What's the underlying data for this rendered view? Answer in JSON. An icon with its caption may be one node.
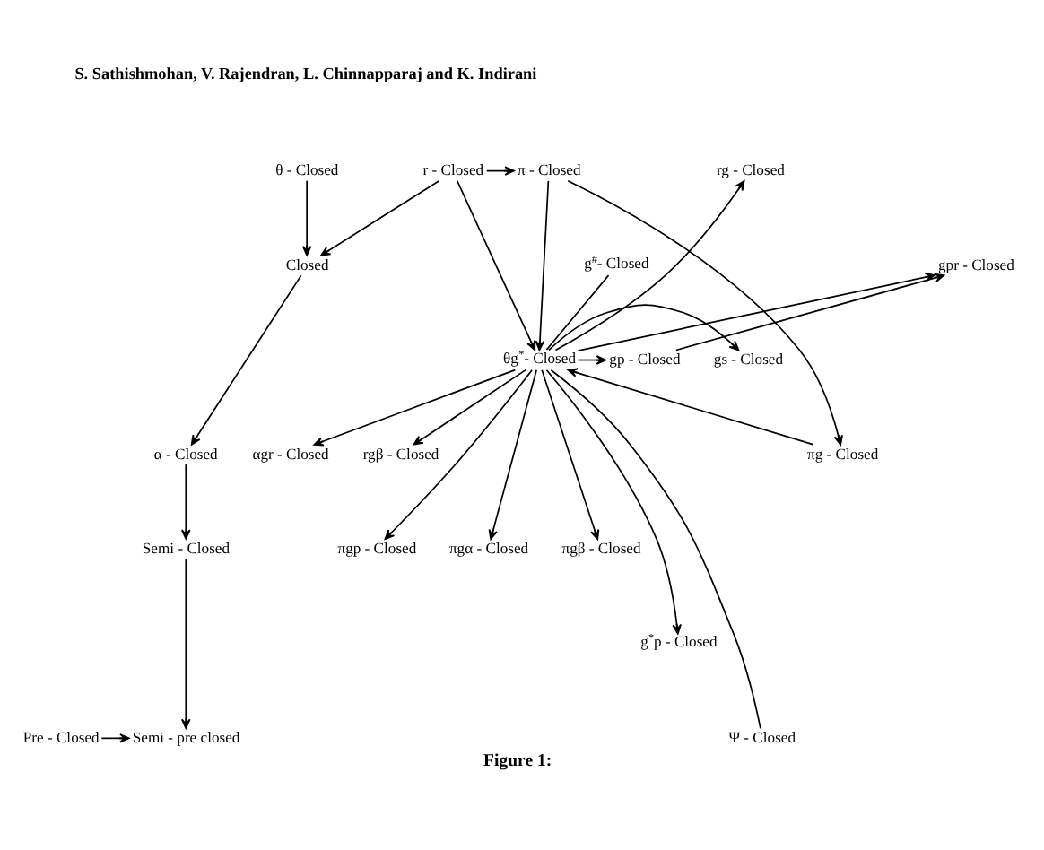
{
  "diagram": {
    "caption": "Figure 1:",
    "nodes": [
      {
        "text": [
          "θ - Closed"
        ]
      },
      {
        "text": [
          "r - Closed"
        ]
      },
      {
        "text": [
          "π - Closed"
        ]
      },
      {
        "text": [
          "rg - Closed"
        ]
      },
      {
        "text": [
          "g$^{#}$- Closed"
        ]
      },
      {
        "text": [
          "Closed"
        ]
      },
      {
        "text": [
          "gpr - Closed"
        ]
      },
      {
        "text": [
          "θg$^{*}$- Closed"
        ]
      },
      {
        "text": [
          "gs - Closed"
        ]
      },
      {
        "text": [
          "gp - Closed"
        ]
      },
      {
        "text": [
          "α - Closed"
        ]
      },
      {
        "text": [
          "αgr - Closed"
        ]
      },
      {
        "text": [
          "πg - Closed"
        ]
      },
      {
        "text": [
          "rgβ - Closed"
        ]
      },
      {
        "text": [
          "Semi - Closed"
        ]
      },
      {
        "text": [
          "πgp - Closed"
        ]
      },
      {
        "text": [
          "πgα - Closed"
        ]
      },
      {
        "text": [
          "πgβ - Closed"
        ]
      },
      {
        "text": [
          "g$^{*}$p - Closed"
        ]
      },
      {
        "text": [
          "Semi - pre closed"
        ]
      },
      {
        "text": [
          "Pre - Closed"
        ]
      },
      {
        "text": [
          "Ψ - Closed"
        ]
      }
    ],
    "edges": [
      {
        "from": 0,
        "to": 5,
        "arrow": "to"
      },
      {
        "from": 1,
        "to": 5,
        "arrow": "to"
      },
      {
        "from": 1,
        "to": 2,
        "arrow": "to"
      },
      {
        "from": 1,
        "to": 7,
        "arrow": "to"
      },
      {
        "from": 2,
        "to": 12,
        "arrow": "to"
      },
      {
        "from": 2,
        "to": 7,
        "arrow": "to"
      },
      {
        "from": 7,
        "to": 3,
        "arrow": "to"
      },
      {
        "from": 4,
        "to": 7,
        "arrow": "none"
      },
      {
        "from": 7,
        "to": 6,
        "arrow": "to"
      },
      {
        "from": 7,
        "to": 8,
        "arrow": "to"
      },
      {
        "from": 7,
        "to": 9,
        "arrow": "to"
      },
      {
        "from": 9,
        "to": 6,
        "arrow": "to"
      },
      {
        "from": 12,
        "to": 7,
        "arrow": "to"
      },
      {
        "from": 7,
        "to": 13,
        "arrow": "to"
      },
      {
        "from": 5,
        "to": 10,
        "arrow": "to"
      },
      {
        "from": 7,
        "to": 11,
        "arrow": "to"
      },
      {
        "from": 7,
        "to": 15,
        "arrow": "to"
      },
      {
        "from": 7,
        "to": 16,
        "arrow": "to"
      },
      {
        "from": 7,
        "to": 17,
        "arrow": "to"
      },
      {
        "from": 10,
        "to": 14,
        "arrow": "to"
      },
      {
        "from": 7,
        "to": 18,
        "arrow": "to"
      },
      {
        "from": 7,
        "to": 21,
        "arrow": "none"
      },
      {
        "from": 14,
        "to": 19,
        "arrow": "to"
      },
      {
        "from": 20,
        "to": 19,
        "arrow": "to"
      }
    ],
    "labels": [
      "S. Sathishmohan, V. Rajendran, L. Chinnapparaj and K. Indirani"
    ]
  }
}
